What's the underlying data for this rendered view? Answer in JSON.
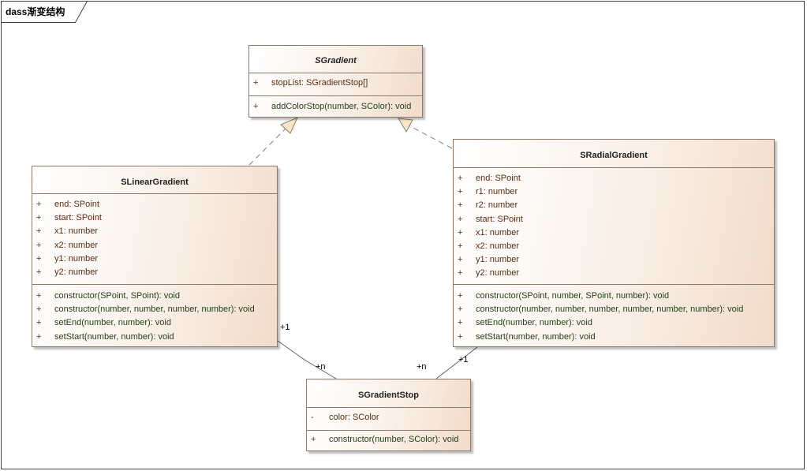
{
  "diagram": {
    "title": "dass渐变结构"
  },
  "classes": {
    "sgradient": {
      "name": "SGradient",
      "abstract": true,
      "attributes": [
        {
          "vis": "+",
          "text": "stopList: SGradientStop[]"
        }
      ],
      "operations": [
        {
          "vis": "+",
          "text": "addColorStop(number, SColor): void"
        }
      ]
    },
    "slinear": {
      "name": "SLinearGradient",
      "attributes": [
        {
          "vis": "+",
          "text": "end: SPoint"
        },
        {
          "vis": "+",
          "text": "start: SPoint"
        },
        {
          "vis": "+",
          "text": "x1: number"
        },
        {
          "vis": "+",
          "text": "x2: number"
        },
        {
          "vis": "+",
          "text": "y1: number"
        },
        {
          "vis": "+",
          "text": "y2: number"
        }
      ],
      "operations": [
        {
          "vis": "+",
          "text": "constructor(SPoint, SPoint): void"
        },
        {
          "vis": "+",
          "text": "constructor(number, number, number, number): void"
        },
        {
          "vis": "+",
          "text": "setEnd(number, number): void"
        },
        {
          "vis": "+",
          "text": "setStart(number, number): void"
        }
      ]
    },
    "sradial": {
      "name": "SRadialGradient",
      "attributes": [
        {
          "vis": "+",
          "text": "end: SPoint"
        },
        {
          "vis": "+",
          "text": "r1: number"
        },
        {
          "vis": "+",
          "text": "r2: number"
        },
        {
          "vis": "+",
          "text": "start: SPoint"
        },
        {
          "vis": "+",
          "text": "x1: number"
        },
        {
          "vis": "+",
          "text": "x2: number"
        },
        {
          "vis": "+",
          "text": "y1: number"
        },
        {
          "vis": "+",
          "text": "y2: number"
        }
      ],
      "operations": [
        {
          "vis": "+",
          "text": "constructor(SPoint, number, SPoint, number): void"
        },
        {
          "vis": "+",
          "text": "constructor(number, number, number, number, number, number): void"
        },
        {
          "vis": "+",
          "text": "setEnd(number, number): void"
        },
        {
          "vis": "+",
          "text": "setStart(number, number): void"
        }
      ]
    },
    "sstop": {
      "name": "SGradientStop",
      "attributes": [
        {
          "vis": "-",
          "text": "color: SColor"
        }
      ],
      "operations": [
        {
          "vis": "+",
          "text": "constructor(number, SColor): void"
        }
      ]
    }
  },
  "associations": {
    "linear_to_stop": {
      "source_mult": "+1",
      "target_mult": "+n"
    },
    "radial_to_stop": {
      "source_mult": "+1",
      "target_mult": "+n"
    }
  },
  "colors": {
    "border": "#8a7a6c",
    "attribute_text": "#5b2a12",
    "operation_text": "#1f3d14",
    "triangle_fill": "#fbe5c2"
  }
}
